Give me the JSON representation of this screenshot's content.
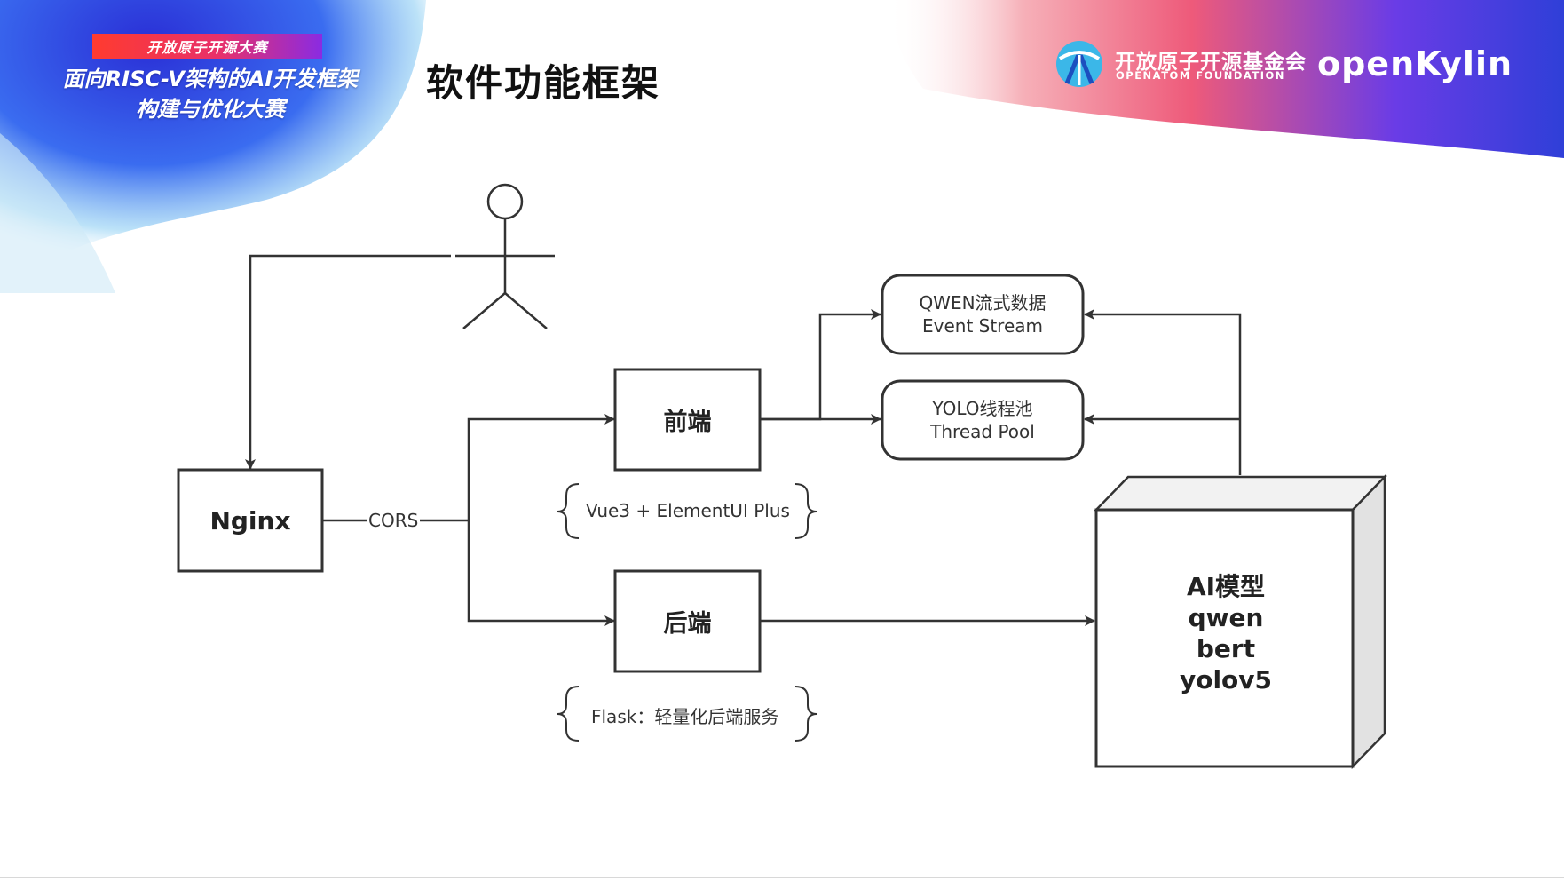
{
  "header": {
    "contest_tag": "开放原子开源大赛",
    "contest_title_line1": "面向RISC-V架构的AI开发框架",
    "contest_title_line2": "构建与优化大赛",
    "page_title": "软件功能框架",
    "openatom_cn": "开放原子开源基金会",
    "openatom_en": "OPENATOM FOUNDATION",
    "openkylin": "openKylin",
    "colors": {
      "accent_blue": "#2f3fd8",
      "accent_red": "#ff3b2f",
      "accent_purple": "#8a2be2"
    }
  },
  "diagram": {
    "actor": "user-actor-icon",
    "nodes": {
      "nginx": "Nginx",
      "frontend": "前端",
      "backend": "后端",
      "qwen_line1": "QWEN流式数据",
      "qwen_line2": "Event Stream",
      "yolo_line1": "YOLO线程池",
      "yolo_line2": "Thread Pool",
      "ai_lines": [
        "AI模型",
        "qwen",
        "bert",
        "yolov5"
      ]
    },
    "edge_labels": {
      "cors": "CORS"
    },
    "notes": {
      "frontend_note": "Vue3 + ElementUI Plus",
      "backend_note": "Flask：轻量化后端服务"
    }
  }
}
